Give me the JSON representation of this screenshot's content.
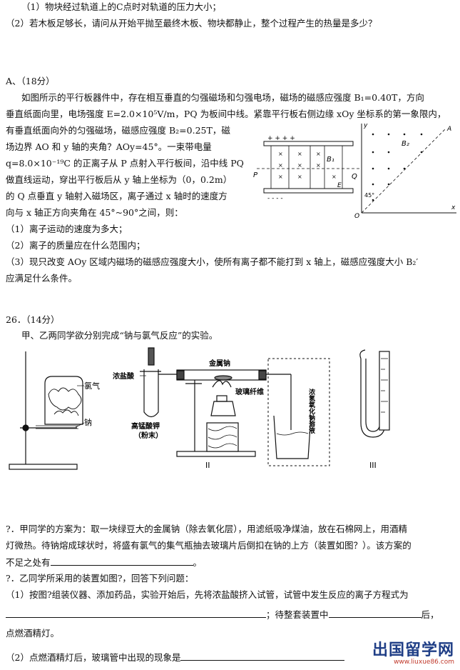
{
  "top": {
    "q1": "（1）物块经过轨道上的C点时对轨道的压力大小；",
    "q2": "（2）若木板足够长，请问从开始平抛至最终木板、物块都静止，整个过程产生的热量是多少？"
  },
  "problemA": {
    "heading": "A、（18分）",
    "lines": [
      "如图所示的平行板器件中，存在相互垂直的匀强磁场和匀强电场，磁场的磁感应强度 B₁=0.40T，方向",
      "垂直纸面向里，电场强度 E=2.0×10⁵V/m，PQ 为板间中线。紧靠平行板右侧边缘 xOy 坐标系的第一象限内，",
      "有垂直纸面向外的匀强磁场，磁感应强度 B₂=0.25T，磁",
      "场边界 AO 和 y 轴的夹角？AOy=45°。一束带电量",
      "q=8.0×10⁻¹⁹C 的正离子从 P 点射入平行板间，沿中线 PQ",
      "做直线运动，穿出平行板后从 y 轴上坐标为（0，0.2m）",
      "的 Q 点垂直 y 轴射入磁场区，离子通过 x 轴时的速度方",
      "向与 x 轴正方向夹角在 45°~90°之间，则："
    ],
    "sub": [
      "（1）离子运动的速度为多大；",
      "（2）离子的质量应在什么范围内；",
      "（3）现只改变 AOy 区域内磁场的磁感应强度大小，使所有离子都不能打到 x 轴上，磁感应强度大小 B₂′",
      "应满足什么条件。"
    ],
    "figure": {
      "plus": "+ + + +",
      "minus": "- - - -",
      "P": "P",
      "Q": "Q",
      "B1": "B₁",
      "E": "E",
      "B2": "B₂",
      "A": "A",
      "y": "y",
      "x": "x",
      "O": "O",
      "angle": "45°"
    }
  },
  "problem26": {
    "heading": "26．（14分）",
    "intro": "甲、乙两同学欲分别完成“钠与氯气反应”的实验。",
    "fig1": {
      "chlorine": "氯气",
      "sodium": "钠"
    },
    "fig2": {
      "hcl": "浓盐酸",
      "kmno4": "高锰酸钾",
      "powder": "（粉末）",
      "na_metal": "金属钠",
      "glass_fiber": "玻璃纤维",
      "naoh": "浓氢氧化钠溶液",
      "label": "II"
    },
    "fig3": {
      "label": "III"
    },
    "q_jia_1": "?．甲同学的方案为：取一块绿豆大的金属钠（除去氧化层），用滤纸吸净煤油，放在石棉网上，用酒精",
    "q_jia_2": "灯微热。待钠熔成球状时，将盛有氯气的集气瓶抽去玻璃片后倒扣在钠的上方（装置如图？）。该方案的",
    "q_jia_3": "不足之处有",
    "q_yi": "?．乙同学所采用的装置如图?，回答下列问题：",
    "q1_a": "（1）按图?组装仪器、添加药品，实验开始后，先将浓盐酸挤入试管，试管中发生反应的离子方程式为",
    "q1_b": "；待整套装置中",
    "q1_c": "后，",
    "q1_d": "点燃酒精灯。",
    "q2": "（2）点燃酒精灯后，玻璃管中出现的现象是"
  },
  "watermark": {
    "text": "出国留学网",
    "url": "www.liuxue86.com"
  }
}
